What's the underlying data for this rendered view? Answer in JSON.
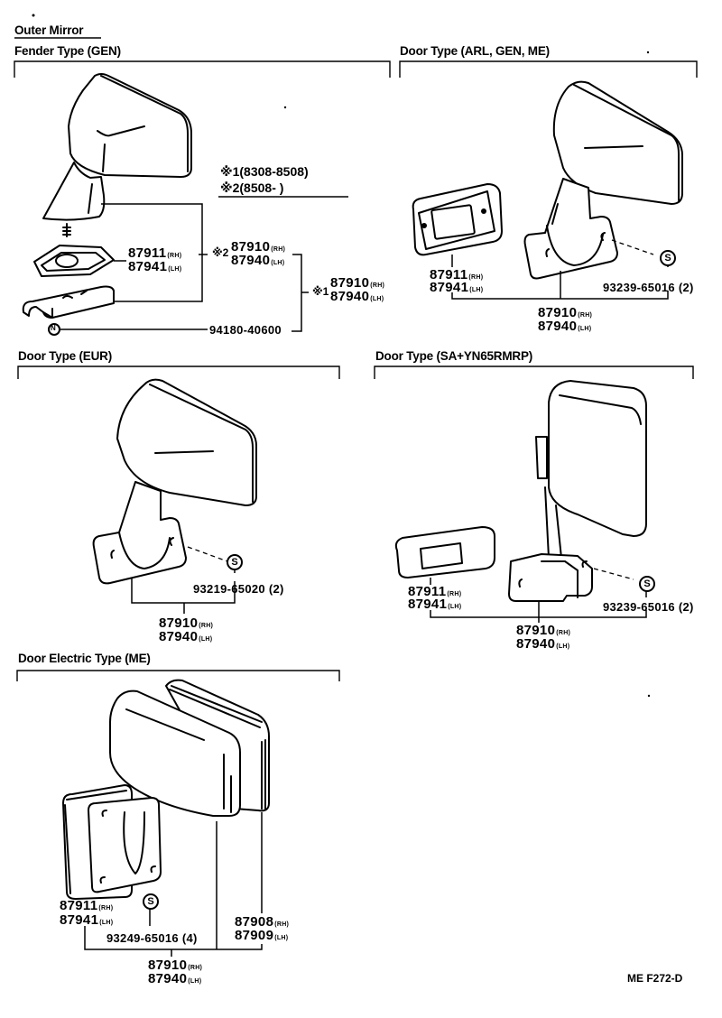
{
  "title": "Outer Mirror",
  "figure_code": "ME F272-D",
  "sections": {
    "fender": {
      "heading": "Fender Type (GEN)",
      "note1": "※1(8308-8508)",
      "note2": "※2(8508-      )",
      "base_rh": "87911",
      "base_lh": "87941",
      "assy2_mark": "※2",
      "assy2_rh": "87910",
      "assy2_lh": "87940",
      "assy1_mark": "※1",
      "assy1_rh": "87910",
      "assy1_lh": "87940",
      "nut_symbol": "N",
      "nut_part": "94180-40600"
    },
    "door_arl": {
      "heading": "Door Type (ARL, GEN, ME)",
      "gasket_rh": "87911",
      "gasket_lh": "87941",
      "screw_symbol": "S",
      "screw_part": "93239-65016 (2)",
      "assy_rh": "87910",
      "assy_lh": "87940"
    },
    "door_eur": {
      "heading": "Door Type (EUR)",
      "screw_symbol": "S",
      "screw_part": "93219-65020 (2)",
      "assy_rh": "87910",
      "assy_lh": "87940"
    },
    "door_sa": {
      "heading": "Door Type (SA+YN65RMRP)",
      "gasket_rh": "87911",
      "gasket_lh": "87941",
      "screw_symbol": "S",
      "screw_part": "93239-65016 (2)",
      "assy_rh": "87910",
      "assy_lh": "87940"
    },
    "door_electric": {
      "heading": "Door Electric Type (ME)",
      "gasket_rh": "87911",
      "gasket_lh": "87941",
      "screw_symbol": "S",
      "screw_part": "93249-65016 (4)",
      "mirror_rh": "87908",
      "mirror_lh": "87909",
      "assy_rh": "87910",
      "assy_lh": "87940"
    }
  },
  "side_labels": {
    "rh": "(RH)",
    "lh": "(LH)"
  }
}
